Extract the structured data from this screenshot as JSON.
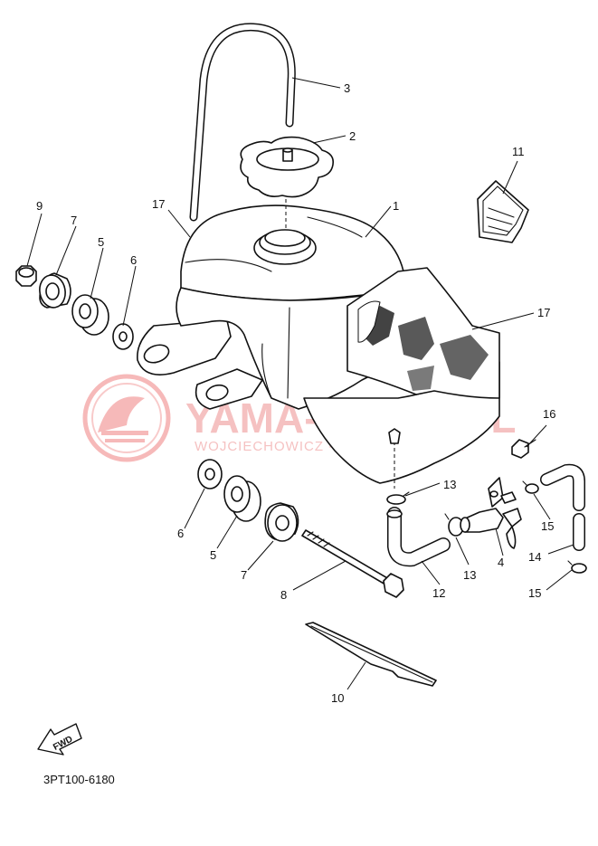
{
  "diagram": {
    "drawing_code": "3PT100-6180",
    "watermark": {
      "title": "YAMA-SKLEP.PL",
      "subtitle": "WOJCIECHOWICZ - DEALER YAMAHA",
      "logo_color": "#f08080",
      "text_color": "#ee9090"
    },
    "fwd_label": "FWD",
    "callouts": {
      "c1": "1",
      "c2": "2",
      "c3": "3",
      "c4": "4",
      "c5a": "5",
      "c5b": "5",
      "c6a": "6",
      "c6b": "6",
      "c7a": "7",
      "c7b": "7",
      "c8": "8",
      "c9": "9",
      "c10": "10",
      "c11": "11",
      "c12": "12",
      "c13a": "13",
      "c13b": "13",
      "c14": "14",
      "c15a": "15",
      "c15b": "15",
      "c16": "16",
      "c17a": "17",
      "c17b": "17"
    }
  }
}
